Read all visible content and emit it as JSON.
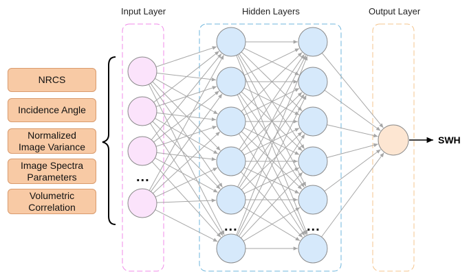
{
  "layers": {
    "input_title": "Input Layer",
    "hidden_title": "Hidden Layers",
    "output_title": "Output Layer"
  },
  "features": [
    "NRCS",
    "Incidence Angle",
    "Normalized\nImage Variance",
    "Image Spectra\nParameters",
    "Volumetric\nCorrelation"
  ],
  "ellipsis": "...",
  "output_label": "SWH",
  "colors": {
    "feature_fill": "#f8caa5",
    "input_node": "#fbe3fb",
    "hidden_node": "#d6e9fb",
    "output_node": "#fde6d2",
    "connection": "#a6a6a6",
    "input_frame": "#f08ae8",
    "hidden_frame": "#6db5dc",
    "output_frame": "#f5c48c"
  }
}
